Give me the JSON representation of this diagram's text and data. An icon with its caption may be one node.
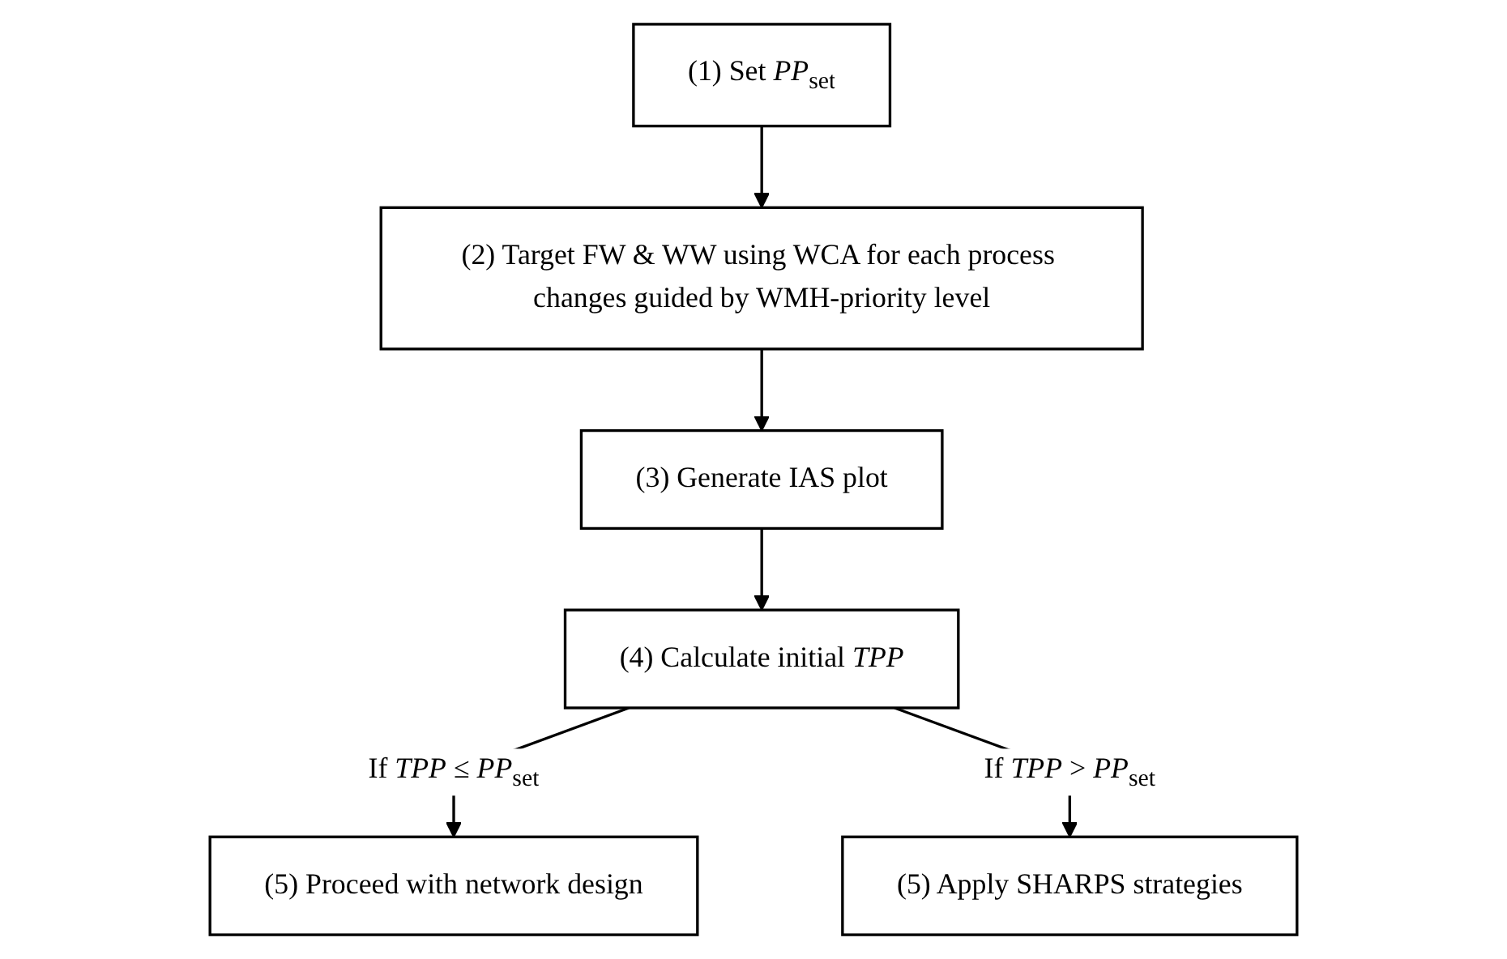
{
  "diagram": {
    "nodes": [
      {
        "text": [
          "(1) Set *PP*$_{set}$"
        ]
      },
      {
        "text": [
          "(2) Target FW & WW using WCA for each process changes guided by WMH-priority level"
        ]
      },
      {
        "text": [
          "(3) Generate IAS plot"
        ]
      },
      {
        "text": [
          "(4) Calculate initial *TPP*"
        ]
      },
      {
        "text": [
          "(5) Proceed with network design"
        ]
      },
      {
        "text": [
          "(5) Apply SHARPS strategies"
        ]
      }
    ],
    "edges": [
      {
        "from": 0,
        "to": 1,
        "arrow": "to"
      },
      {
        "from": 1,
        "to": 2,
        "arrow": "to"
      },
      {
        "from": 2,
        "to": 3,
        "arrow": "to"
      },
      {
        "from": 3,
        "to": 4,
        "arrow": "to",
        "label": "If *TPP* ≤ *PP*$_{set}$"
      },
      {
        "from": 3,
        "to": 5,
        "arrow": "to",
        "label": "If *TPP* > *PP*$_{set}$"
      }
    ]
  }
}
